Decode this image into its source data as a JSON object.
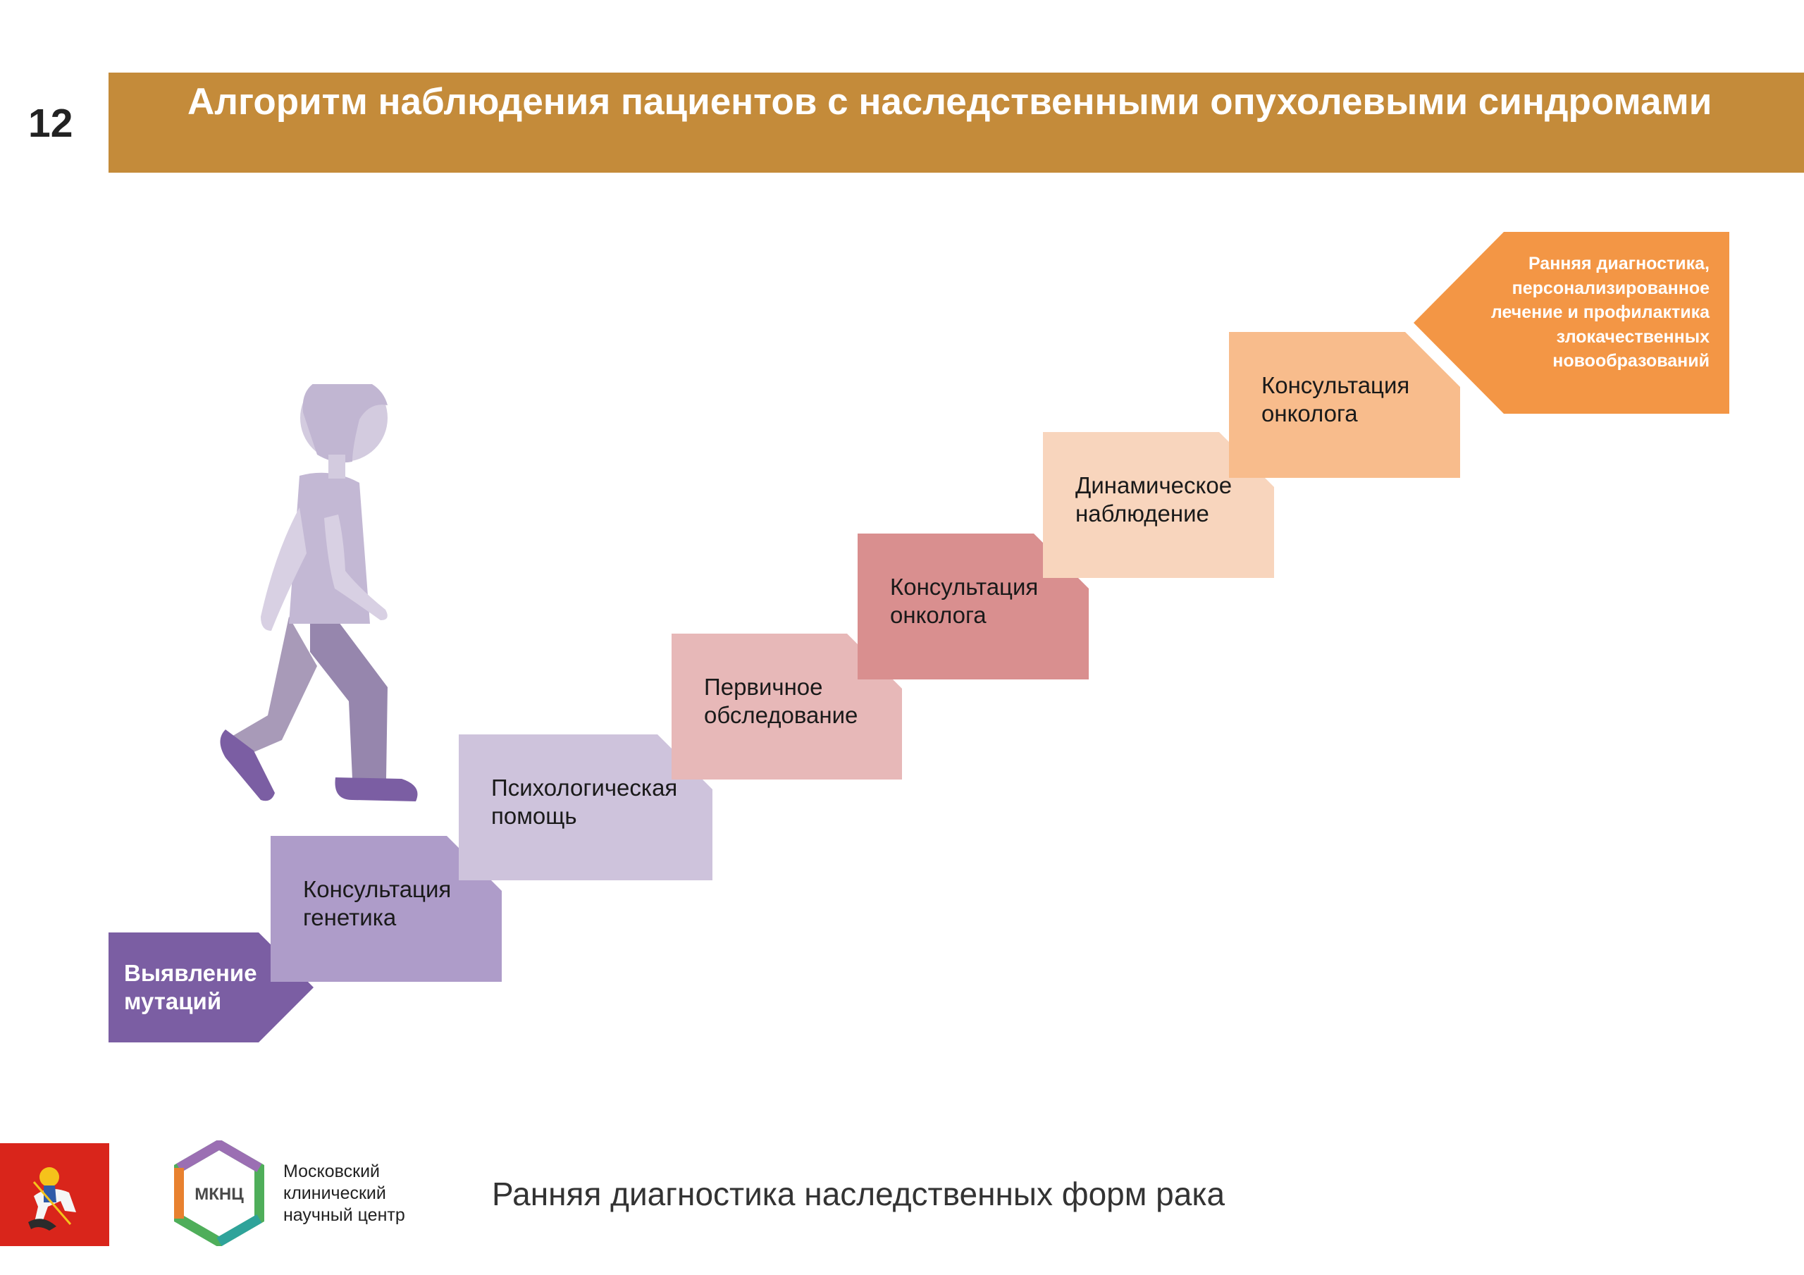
{
  "slide_number": "12",
  "title": "Алгоритм наблюдения пациентов с наследственными опухолевыми синдромами",
  "steps": [
    {
      "label": "Выявление мутаций",
      "color": "#7b5ea3"
    },
    {
      "label": "Консультация генетика",
      "color": "#ae9cc9"
    },
    {
      "label": "Психологическая помощь",
      "color": "#cec3dc"
    },
    {
      "label": "Первичное обследование",
      "color": "#e7b8b8"
    },
    {
      "label": "Консультация онколога",
      "color": "#d98f8f"
    },
    {
      "label": "Динамическое наблюдение",
      "color": "#f8d5bd"
    },
    {
      "label": "Консультация онколога",
      "color": "#f8bc8c"
    }
  ],
  "goal": {
    "text": "Ранняя диагностика, персонализированное лечение и профилактика злокачественных новообразований",
    "color": "#f39645"
  },
  "colors": {
    "title_bar": "#c48b3a"
  },
  "footer": {
    "logo_abbrev": "МКНЦ",
    "org_name": "Московский клинический научный центр",
    "caption": "Ранняя диагностика наследственных форм рака"
  },
  "icons": {
    "walker": "walking-child-icon",
    "moscow": "moscow-coat-of-arms-icon",
    "logo": "mknc-hexagon-logo-icon"
  }
}
